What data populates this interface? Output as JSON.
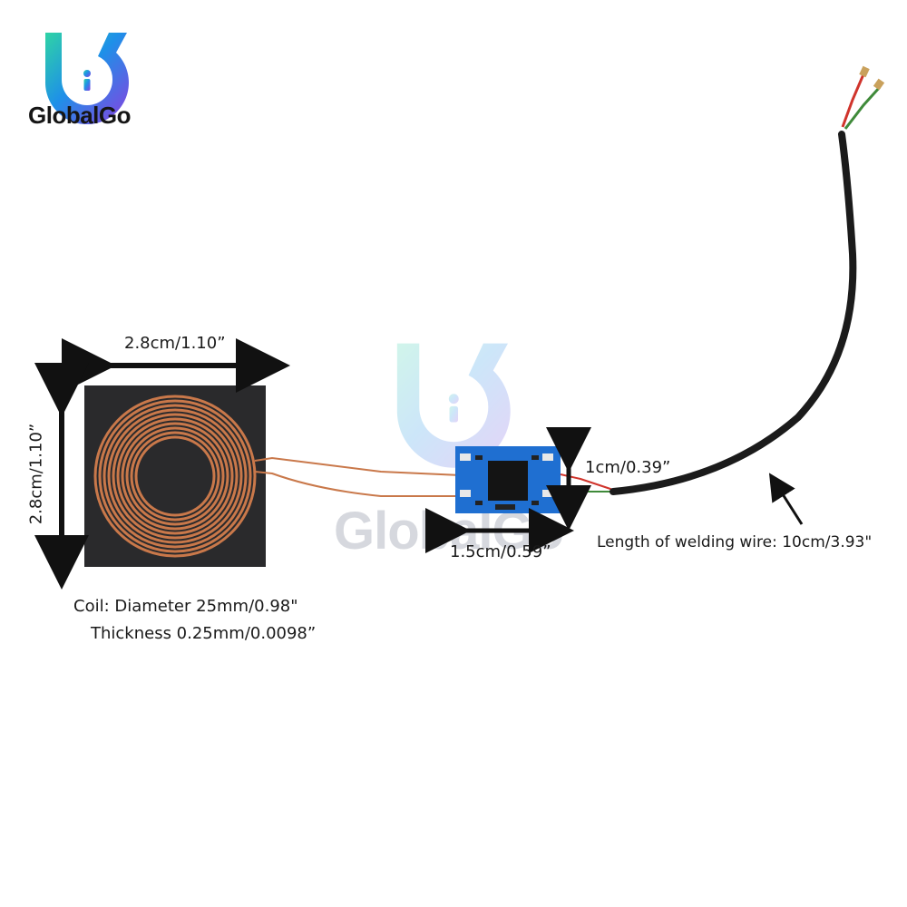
{
  "brand": {
    "name": "GlobalGo",
    "watermark": "GlobalGo",
    "logo_icon": "globalgo-logo-icon"
  },
  "dimensions": {
    "coil_width": "2.8cm/1.10”",
    "coil_height": "2.8cm/1.10”",
    "board_height": "1cm/0.39”",
    "board_width": "1.5cm/0.59”",
    "wire_length": "Length of welding wire: 10cm/3.93\""
  },
  "specs": {
    "coil_diameter": "Coil: Diameter 25mm/0.98\"",
    "coil_thickness": "Thickness 0.25mm/0.0098”"
  },
  "colors": {
    "coil_copper": "#c9784a",
    "coil_base": "#2a2a2c",
    "pcb_blue": "#1f6fd1",
    "wire_black": "#1b1b1b",
    "wire_red": "#d0342c",
    "wire_green": "#3f8a3a"
  }
}
